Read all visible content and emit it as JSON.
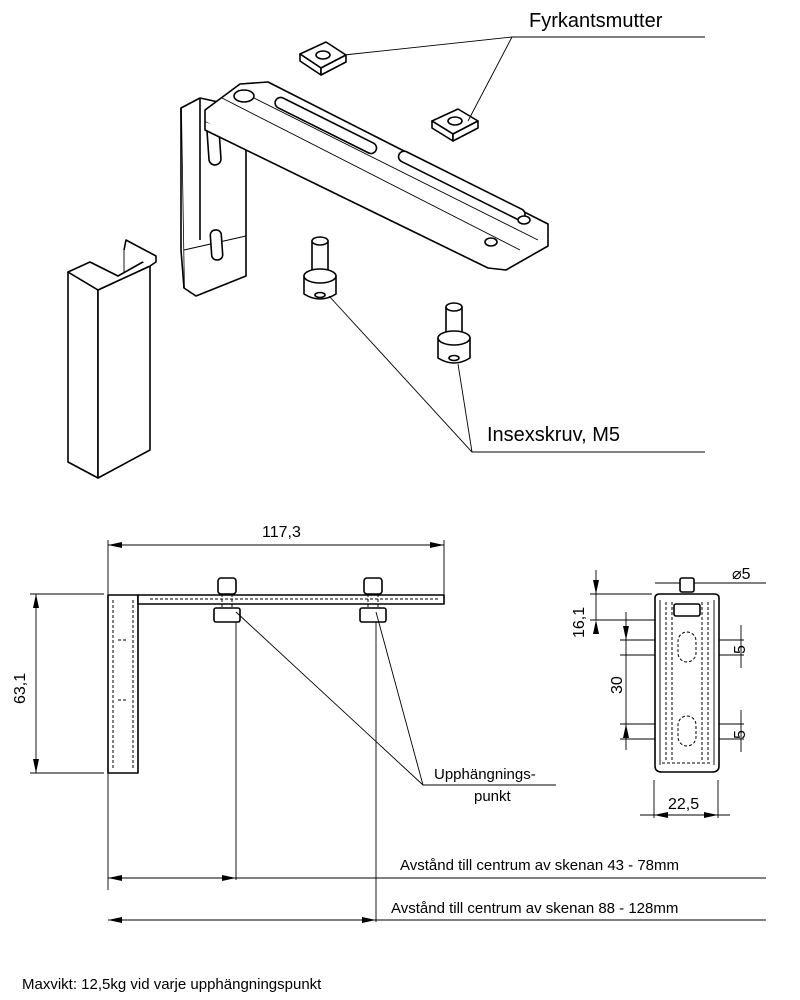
{
  "labels": {
    "square_nut": "Fyrkantsmutter",
    "hex_screw": "Insexskruv, M5",
    "hanging_point_line1": "Upphängnings-",
    "hanging_point_line2": "punkt",
    "distance_1": "Avstånd till centrum av skenan 43 - 78mm",
    "distance_2": "Avstånd till centrum av skenan 88 - 128mm",
    "max_weight": "Maxvikt: 12,5kg vid varje upphängningspunkt"
  },
  "dimensions": {
    "length": "117,3",
    "height": "63,1",
    "diameter": "5",
    "diameter_symbol": "⌀",
    "top_offset": "16,1",
    "spacing": "30",
    "slot_upper": "5",
    "slot_lower": "5",
    "width": "22,5"
  }
}
